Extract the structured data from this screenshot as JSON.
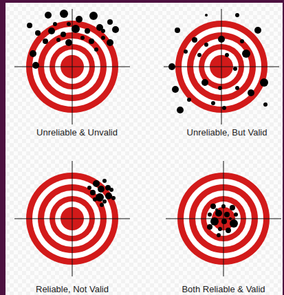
{
  "diagram": {
    "labels": [
      "Unreliable & Unvalid",
      "Unreliable, But Valid",
      "Reliable, Not Valid",
      "Both Reliable & Valid"
    ]
  }
}
